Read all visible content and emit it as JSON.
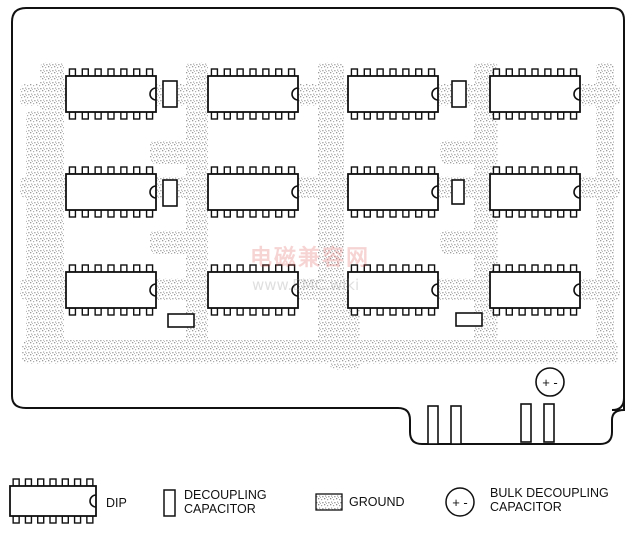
{
  "legend": {
    "dip_label": "DIP",
    "decoupling_label": "DECOUPLING\nCAPACITOR",
    "ground_label": "GROUND",
    "bulk_label": "BULK DECOUPLING\nCAPACITOR",
    "bulk_symbol": "+ -"
  },
  "board": {
    "bulk_capacitor_symbol": "+ -",
    "chip_count": 12,
    "decoupling_capacitor_count": 6,
    "connector_pin_count": 4
  },
  "watermark": {
    "line1": "电磁兼容网",
    "line2": "www.EMC.wiki"
  },
  "colors": {
    "outline": "#111111",
    "ground_pattern": "#9a9a9a",
    "background": "#ffffff"
  }
}
